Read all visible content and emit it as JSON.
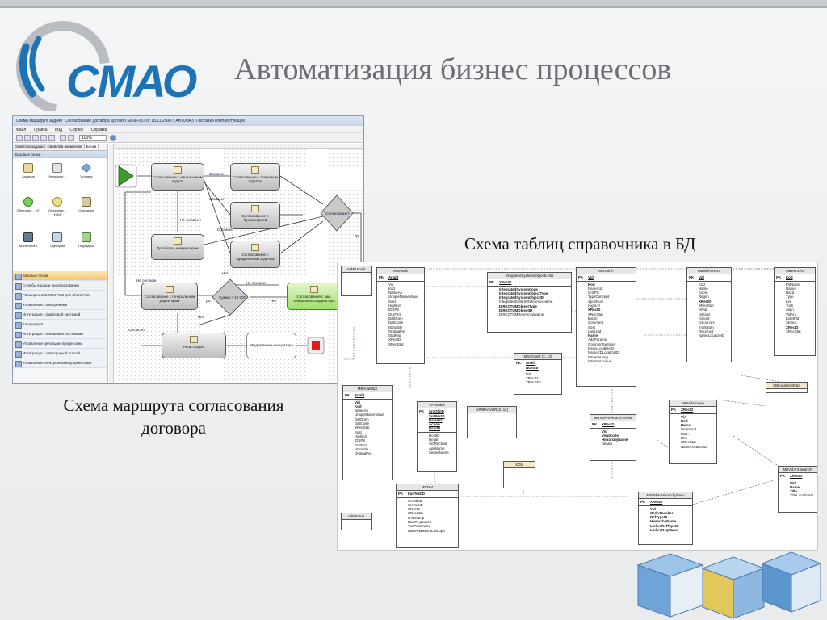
{
  "logo": {
    "text": "СМАО"
  },
  "title": "Автоматизация бизнес процессов",
  "window": {
    "title": "Схема маршрута задачи \"Согласование договора Договор № 08-037 от 18.11.2008 с АВТОВАЗ \"Поставка комплектующих\"",
    "menu": [
      "Файл",
      "Правка",
      "Вид",
      "Сервис",
      "Справка"
    ],
    "zoom": "100%",
    "tabs": [
      "Свойства задачи",
      "Свойства элементов",
      "Блоки"
    ],
    "group_header": "Базовые блоки",
    "blocks": [
      "Задание",
      "Уведомле...",
      "Условие",
      "Объедине... \"И\"",
      "Объедине... \"ИЛИ\"",
      "Ожидание",
      "Мониторинг",
      "Сценарий",
      "Подзадача"
    ],
    "categories": [
      "Базовые блоки",
      "Службы ввода и преобразования",
      "Расширения DIRECTUM для SharePoint",
      "Управление совещаниями",
      "Интеграция с файловой системой",
      "Канцелярия",
      "Интеграция с внешними системами",
      "Управление деловыми процессами",
      "Интеграция с электронной почтой",
      "Управление электронными документами"
    ],
    "nodes": {
      "n2": "Согласование с начальником отдела",
      "n3": "Согласование с плановым отделом",
      "n4": "Согласование с бухгалтерией",
      "n5": "Доработка инициатором",
      "n6": "Согласование с юридическим отделом",
      "n7": "Согласовано?",
      "n8": "Согласование с генеральным директором",
      "n9": "Сумма > 10 000",
      "n10": "Согласование с зам. генерального директора",
      "n11": "Регистрация",
      "n12": "Уведомление инициатора"
    },
    "labels": {
      "agreed": "Согласен",
      "not_agreed": "Не согласен",
      "yes": "Да",
      "no": "Нет"
    }
  },
  "caption_left": "Схема маршрута согласования договора",
  "caption_right": "Схема таблиц справочника в БД"
}
